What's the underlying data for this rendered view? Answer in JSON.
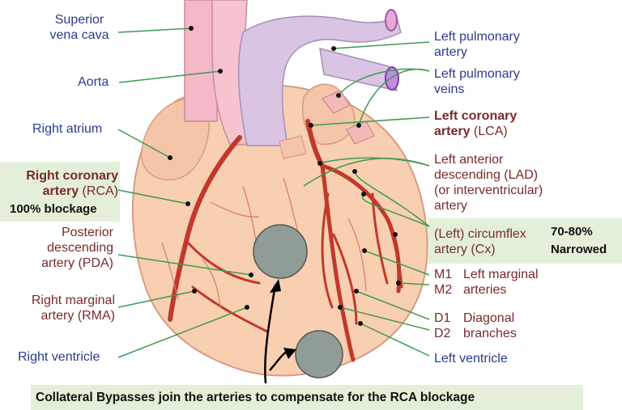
{
  "labels": {
    "superior_vena_cava": [
      "Superior",
      "vena cava"
    ],
    "aorta": "Aorta",
    "right_atrium": "Right atrium",
    "rca": [
      "Right coronary",
      "artery",
      " (RCA)"
    ],
    "pda": [
      "Posterior",
      "descending",
      "artery (PDA)"
    ],
    "rma": [
      "Right marginal",
      "artery (RMA)"
    ],
    "right_ventricle": "Right ventricle",
    "left_pulmonary_artery": [
      "Left pulmonary",
      "artery"
    ],
    "left_pulmonary_veins": [
      "Left pulmonary",
      "veins"
    ],
    "lca": [
      "Left coronary",
      "artery",
      " (LCA)"
    ],
    "lad": [
      "Left anterior",
      "descending (LAD)",
      "(or interventricular)",
      "artery"
    ],
    "cx": [
      "(Left) circumflex",
      "artery (Cx)"
    ],
    "m1": "M1",
    "m2": "M2",
    "left_marginal_arteries": [
      "Left marginal",
      "arteries"
    ],
    "d1": "D1",
    "d2": "D2",
    "diagonal_branches": [
      "Diagonal",
      "branches"
    ],
    "left_ventricle": "Left ventricle"
  },
  "annotations": {
    "rca_status": "100% blockage",
    "cx_status": [
      "70-80%",
      "Narrowed"
    ],
    "bypass_note": "Collateral Bypasses join the arteries to compensate for the RCA blockage"
  },
  "colors": {
    "label_text": "#2b3a8f",
    "highlight_text": "#7a2a2a",
    "leader_line": "#3f9a52",
    "annotation_box": "#e3efd9",
    "heart_fill": "#f8cfb0",
    "artery": "#c0392b",
    "vessel_fill": "#f4b8c6",
    "collateral_circle": "#8a9a96"
  }
}
